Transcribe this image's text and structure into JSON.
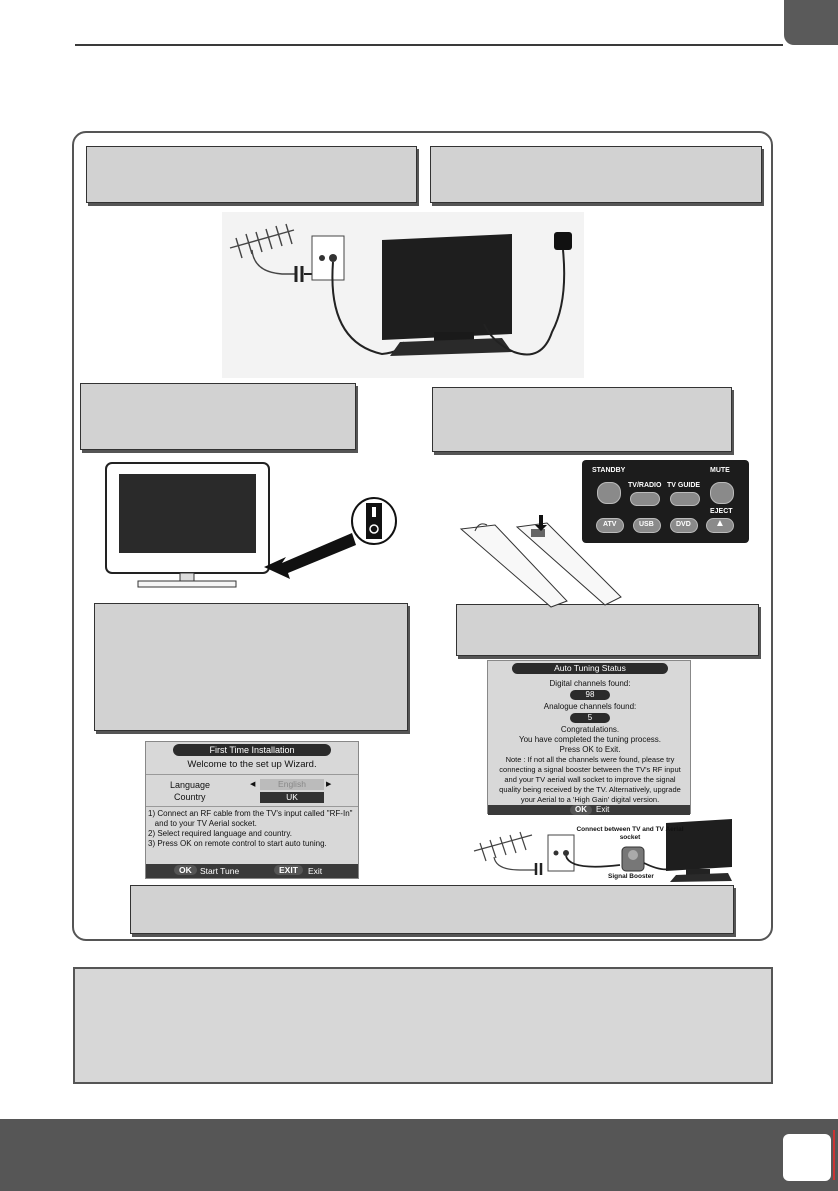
{
  "first_time_installation": {
    "title": "First Time Installation",
    "welcome": "Welcome to the set up Wizard.",
    "language_label": "Language",
    "language_value": "English",
    "country_label": "Country",
    "country_value": "UK",
    "instructions": [
      "1) Connect an RF cable from the TV's input called \"RF-In\"",
      "   and to your TV Aerial socket.",
      "2) Select required language and country.",
      "3) Press OK on remote control to start auto tuning."
    ],
    "ok_key": "OK",
    "ok_action": "Start Tune",
    "exit_key": "EXIT",
    "exit_action": "Exit"
  },
  "auto_tuning": {
    "title": "Auto Tuning Status",
    "digital_label": "Digital channels found:",
    "digital_value": "98",
    "analogue_label": "Analogue channels found:",
    "analogue_value": "5",
    "congrats": "Congratulations.",
    "completed": "You have completed the tuning process.",
    "press_ok": "Press OK to Exit.",
    "note_lines": [
      "Note : If not all the channels were found, please try",
      "connecting a signal booster between the TV's RF input",
      "and your TV aerial wall socket to improve the signal",
      "quality being received by the TV. Alternatively, upgrade",
      "your Aerial to a 'High Gain' digital version."
    ],
    "ok_key": "OK",
    "ok_action": "Exit"
  },
  "booster": {
    "connect_label": "Connect between TV and TV Aerial socket",
    "booster_label": "Signal Booster"
  },
  "remote": {
    "standby": "STANDBY",
    "tv_radio": "TV/RADIO",
    "tv_guide": "TV GUIDE",
    "mute": "MUTE",
    "eject": "EJECT",
    "atv": "ATV",
    "usb": "USB",
    "dvd": "DVD"
  }
}
